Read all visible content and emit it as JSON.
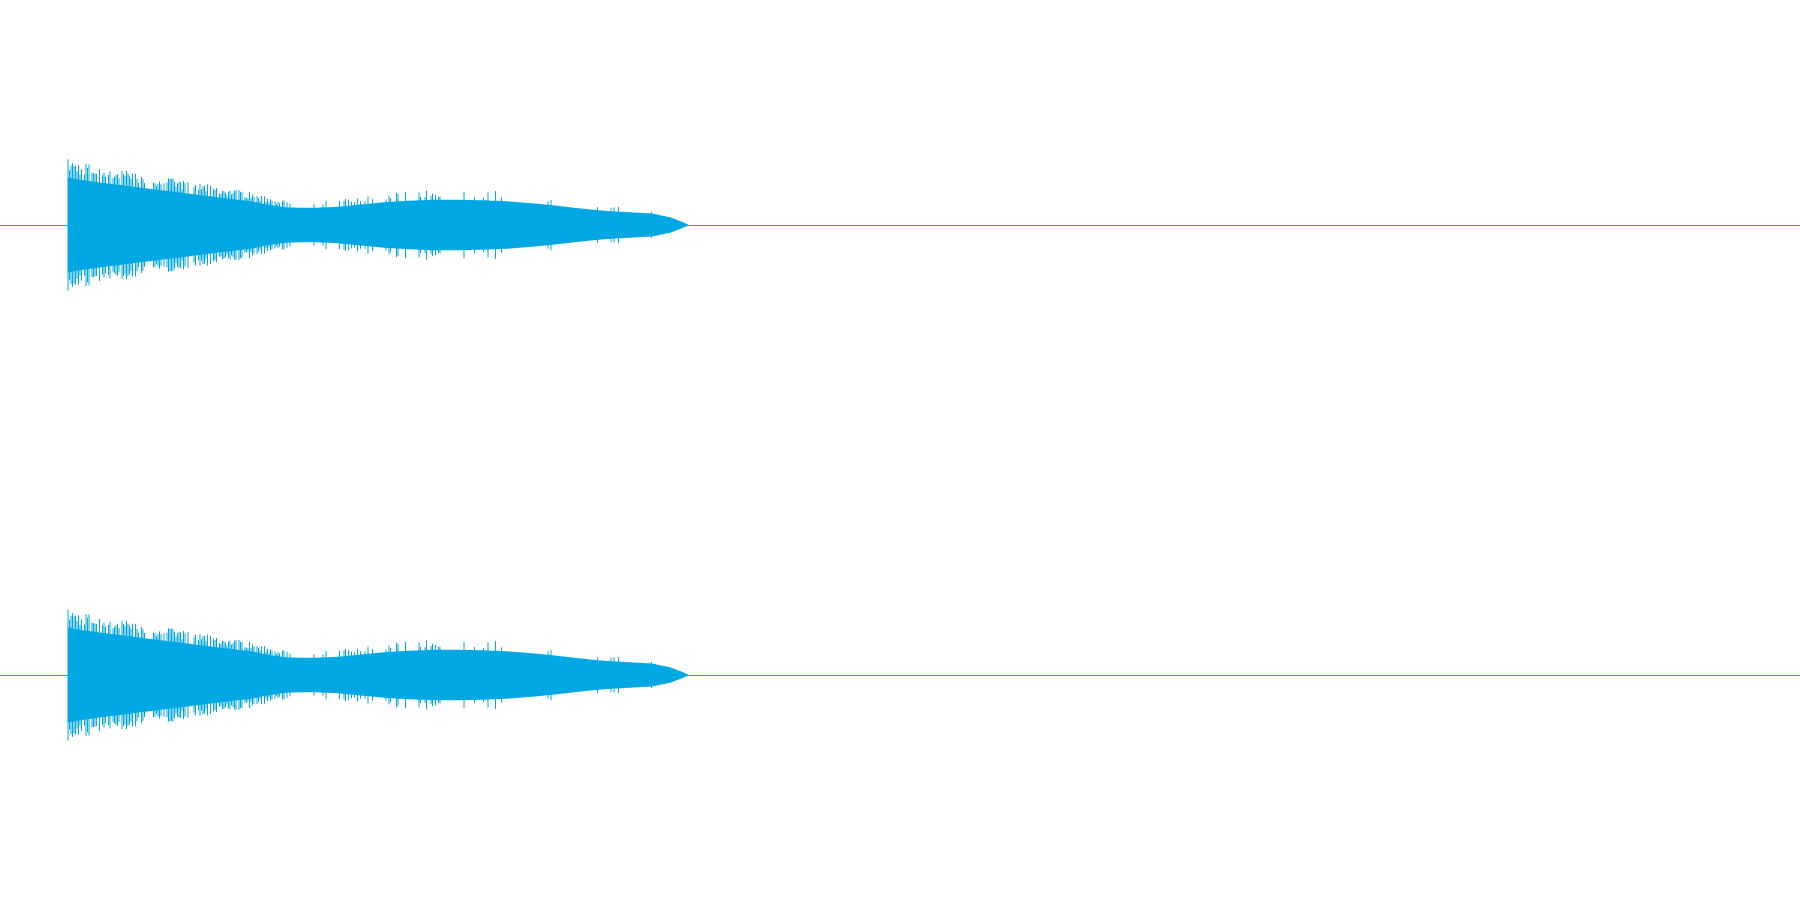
{
  "waveform": {
    "color": "#00a8e3",
    "background": "#ffffff",
    "channels": [
      {
        "id": "top"
      },
      {
        "id": "bottom"
      }
    ],
    "envelope": [
      [
        0.0,
        1.0
      ],
      [
        0.01,
        0.95
      ],
      [
        0.03,
        0.88
      ],
      [
        0.055,
        0.8
      ],
      [
        0.08,
        0.72
      ],
      [
        0.105,
        0.64
      ],
      [
        0.13,
        0.56
      ],
      [
        0.15,
        0.5
      ],
      [
        0.165,
        0.42
      ],
      [
        0.18,
        0.37
      ],
      [
        0.2,
        0.36
      ],
      [
        0.22,
        0.38
      ],
      [
        0.24,
        0.43
      ],
      [
        0.26,
        0.48
      ],
      [
        0.28,
        0.51
      ],
      [
        0.3,
        0.53
      ],
      [
        0.32,
        0.53
      ],
      [
        0.34,
        0.52
      ],
      [
        0.36,
        0.5
      ],
      [
        0.38,
        0.46
      ],
      [
        0.4,
        0.41
      ],
      [
        0.42,
        0.35
      ],
      [
        0.44,
        0.3
      ],
      [
        0.46,
        0.27
      ],
      [
        0.48,
        0.24
      ],
      [
        0.495,
        0.16
      ],
      [
        0.505,
        0.06
      ],
      [
        0.51,
        0.0
      ]
    ],
    "active_fraction": 0.345
  }
}
